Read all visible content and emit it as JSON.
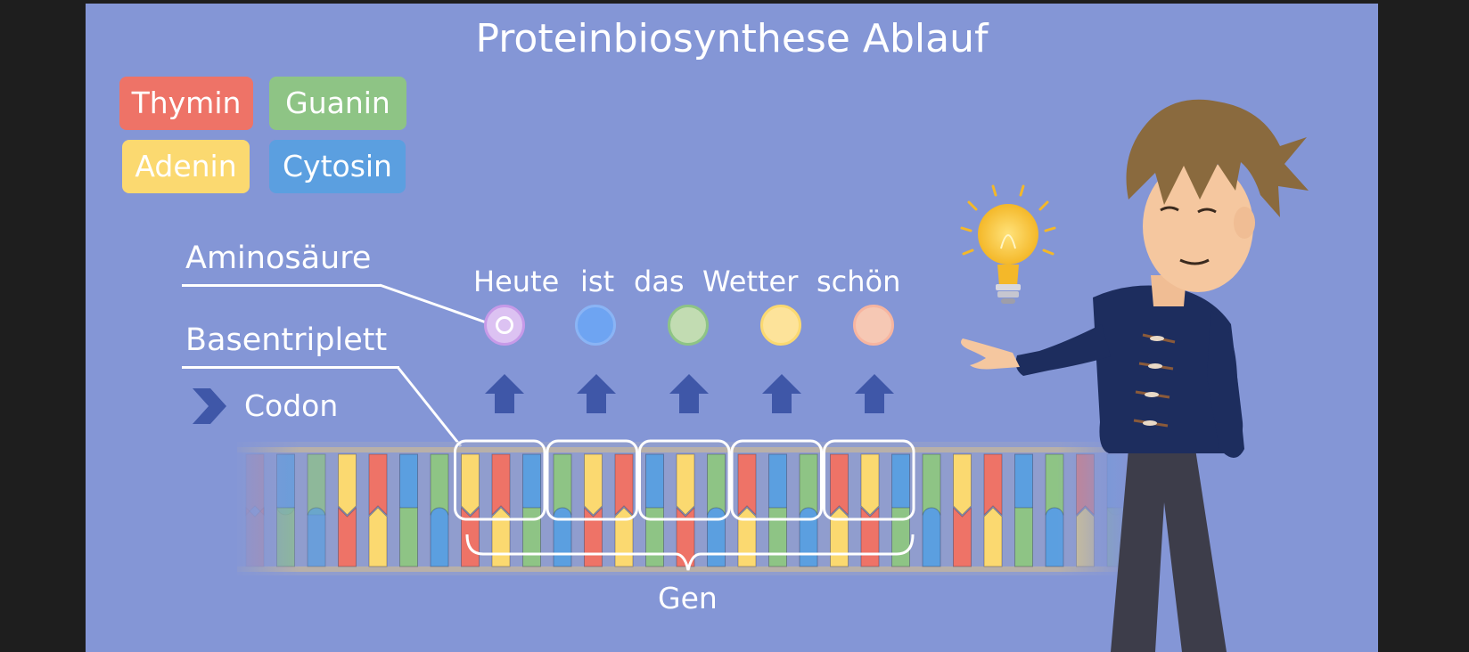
{
  "title": "Proteinbiosynthese Ablauf",
  "legend": [
    {
      "label": "Thymin",
      "color": "#ee7367"
    },
    {
      "label": "Guanin",
      "color": "#8ec485"
    },
    {
      "label": "Adenin",
      "color": "#fbd970"
    },
    {
      "label": "Cytosin",
      "color": "#5b9fe0"
    }
  ],
  "labels": {
    "aminosaeure": "Aminosäure",
    "basentriplett": "Basentriplett",
    "codon": "Codon",
    "gen": "Gen"
  },
  "words": [
    "Heute",
    "ist",
    "das",
    "Wetter",
    "schön"
  ],
  "amino_colors": [
    "#c79ae8",
    "#6ea4f2",
    "#c2dcb2",
    "#fde39a",
    "#f6c8b4"
  ],
  "strand_top": [
    "T",
    "C",
    "G",
    "A",
    "T",
    "C",
    "G",
    "A",
    "T",
    "C",
    "G",
    "A",
    "T",
    "C",
    "A",
    "G",
    "T",
    "C",
    "G",
    "T",
    "A",
    "C",
    "G",
    "A",
    "T",
    "C",
    "G",
    "T",
    "C",
    "A"
  ],
  "strand_bottom": [
    "T",
    "G",
    "C",
    "T",
    "A",
    "G",
    "C",
    "T",
    "A",
    "G",
    "C",
    "T",
    "A",
    "G",
    "T",
    "C",
    "A",
    "G",
    "C",
    "A",
    "T",
    "G",
    "C",
    "T",
    "A",
    "G",
    "C",
    "A",
    "G",
    "T"
  ]
}
